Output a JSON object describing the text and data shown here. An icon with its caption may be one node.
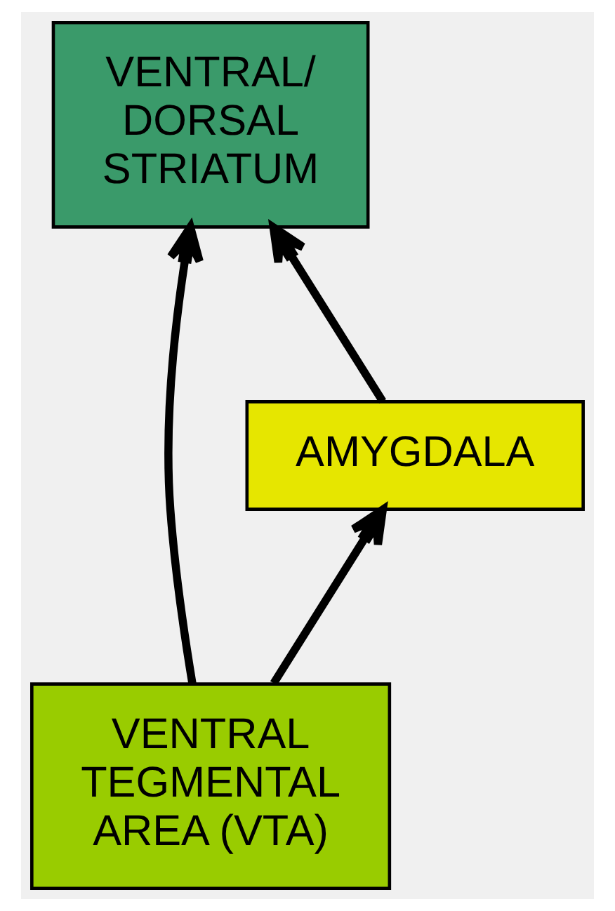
{
  "diagram": {
    "nodes": [
      {
        "text": [
          "VENTRAL/ DORSAL STRIATUM"
        ]
      },
      {
        "text": [
          "AMYGDALA"
        ]
      },
      {
        "text": [
          "VENTRAL TEGMENTAL AREA (VTA)"
        ]
      }
    ],
    "edges": [
      {
        "from": 2,
        "to": 0,
        "arrow": "to"
      },
      {
        "from": 1,
        "to": 0,
        "arrow": "to"
      },
      {
        "from": 2,
        "to": 1,
        "arrow": "to"
      }
    ]
  }
}
